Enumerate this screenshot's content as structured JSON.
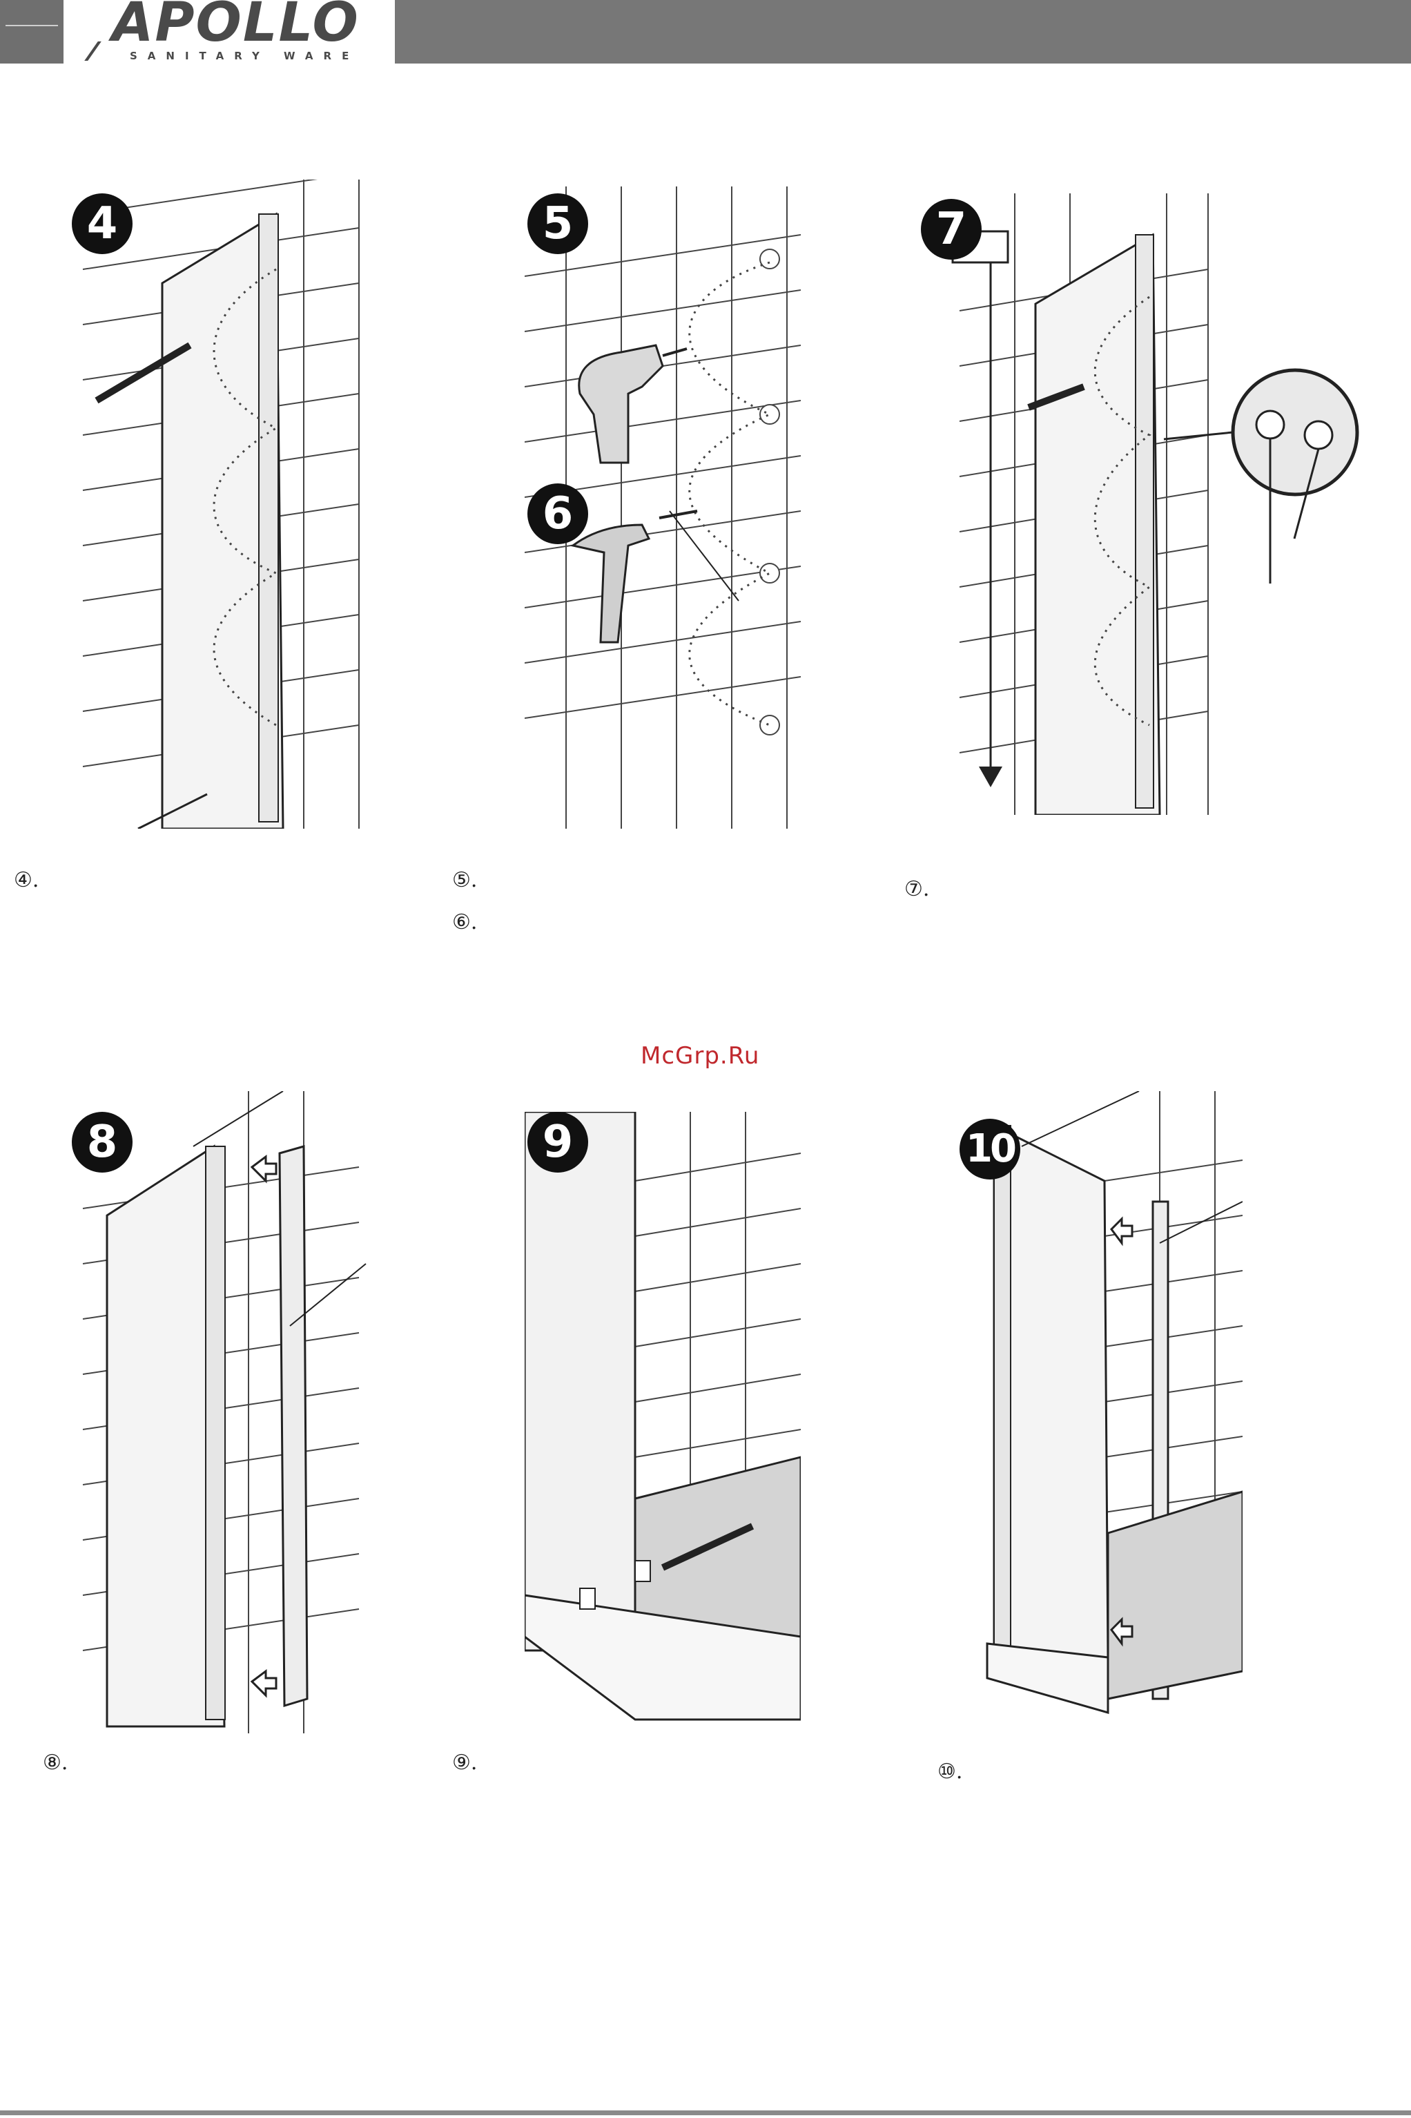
{
  "brand": {
    "name": "APOLLO",
    "tagline": "SANITARY WARE"
  },
  "steps": [
    {
      "badge": "4",
      "caption": "④."
    },
    {
      "badge": "5",
      "caption": "⑤."
    },
    {
      "badge": "6",
      "caption": "⑥."
    },
    {
      "badge": "7",
      "caption": "⑦."
    },
    {
      "badge": "8",
      "caption": "⑧."
    },
    {
      "badge": "9",
      "caption": "⑨."
    },
    {
      "badge": "10",
      "caption": "⑩."
    }
  ],
  "watermark": "McGrp.Ru",
  "colors": {
    "header_gray": "#777777",
    "watermark_red": "#c0282d"
  }
}
